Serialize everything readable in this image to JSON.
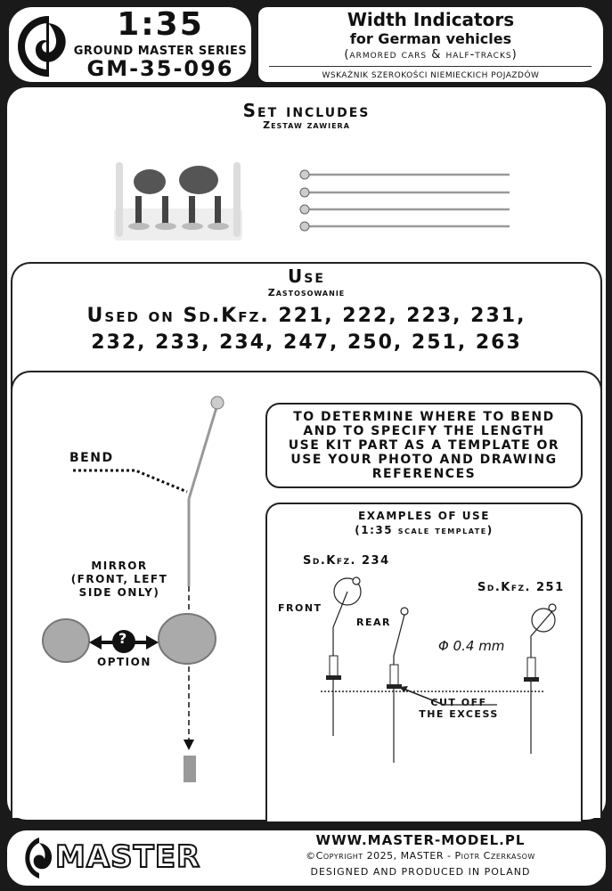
{
  "header": {
    "scale": "1:35",
    "series": "GROUND MASTER SERIES",
    "code": "GM-35-096",
    "title_line1": "Width Indicators",
    "title_line2": "for German vehicles",
    "title_line3": "(armored cars & half-tracks)",
    "title_pl": "WSKAŹNIK SZEROKOŚCI NIEMIECKICH POJAZDÓW"
  },
  "set_includes": {
    "title": "Set includes",
    "subtitle": "Zestaw zawiera",
    "rods_count": 4
  },
  "use": {
    "title": "Use",
    "subtitle": "Zastosowanie",
    "line1": "Used on Sd.Kfz. 221, 222, 223, 231,",
    "line2": "232, 233, 234, 247, 250, 251, 263"
  },
  "instructions": {
    "bend_label": "BEND",
    "mirror_label_1": "MIRROR",
    "mirror_label_2": "(FRONT, LEFT",
    "mirror_label_3": "SIDE ONLY)",
    "option_label": "OPTION",
    "option_symbol": "?",
    "note_lines": [
      "TO DETERMINE WHERE TO BEND",
      "AND TO SPECIFY THE LENGTH",
      "USE KIT PART AS A TEMPLATE OR",
      "USE YOUR PHOTO AND DRAWING",
      "REFERENCES"
    ],
    "examples_title": "EXAMPLES OF USE",
    "examples_subtitle": "(1:35 scale template)",
    "vehicle_1": "Sd.Kfz. 234",
    "vehicle_2": "Sd.Kfz. 251",
    "front_label": "FRONT",
    "rear_label": "REAR",
    "diameter": "Φ 0.4 mm",
    "cut_line1": "CUT OFF",
    "cut_line2": "THE EXCESS"
  },
  "footer": {
    "brand": "MASTER",
    "website": "WWW.MASTER-MODEL.PL",
    "copyright": "©Copyright 2025, MASTER - Piotr Czerkasow",
    "made_in": "DESIGNED AND PRODUCED IN POLAND"
  }
}
